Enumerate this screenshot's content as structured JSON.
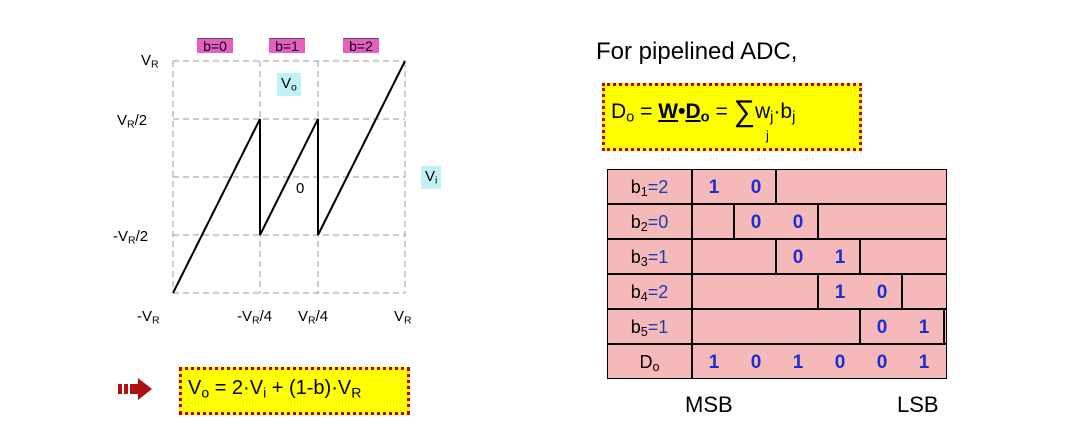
{
  "plot": {
    "bands": [
      "b=0",
      "b=1",
      "b=2"
    ],
    "y_labels": [
      "V",
      "R",
      "V",
      "R",
      "/2",
      "-V",
      "R",
      "/2"
    ],
    "x_labels": [
      "-V",
      "R",
      "-V",
      "R",
      "/4",
      "V",
      "R",
      "/4",
      "V",
      "R"
    ],
    "vo_label": "V",
    "vo_sub": "o",
    "vi_label": "V",
    "vi_sub": "i",
    "zero": "0"
  },
  "top_formula": {
    "title": "For pipelined ADC,"
  },
  "bottom_formula": {
    "text": "V"
  },
  "table": {
    "rows": [
      {
        "name": "b",
        "sub": "1",
        "eq": "=",
        "val": "2",
        "bits": [
          "1",
          "0"
        ]
      },
      {
        "name": "b",
        "sub": "2",
        "eq": "=",
        "val": "0",
        "bits": [
          "0",
          "0"
        ]
      },
      {
        "name": "b",
        "sub": "3",
        "eq": "=",
        "val": "1",
        "bits": [
          "0",
          "1"
        ]
      },
      {
        "name": "b",
        "sub": "4",
        "eq": "=",
        "val": "2",
        "bits": [
          "1",
          "0"
        ]
      },
      {
        "name": "b",
        "sub": "5",
        "eq": "=",
        "val": "1",
        "bits": [
          "0",
          "1"
        ]
      }
    ],
    "result_label": "D",
    "result_sub": "o",
    "result_bits": [
      "1",
      "0",
      "1",
      "0",
      "0",
      "1"
    ]
  },
  "footer": {
    "msb": "MSB",
    "lsb": "LSB"
  },
  "colors": {
    "highlight": "#ffff00",
    "border": "#c00000",
    "table_bg": "#f6b9b9",
    "bit_blue": "#1a2fd1",
    "band_pink": "#e85cc6"
  }
}
